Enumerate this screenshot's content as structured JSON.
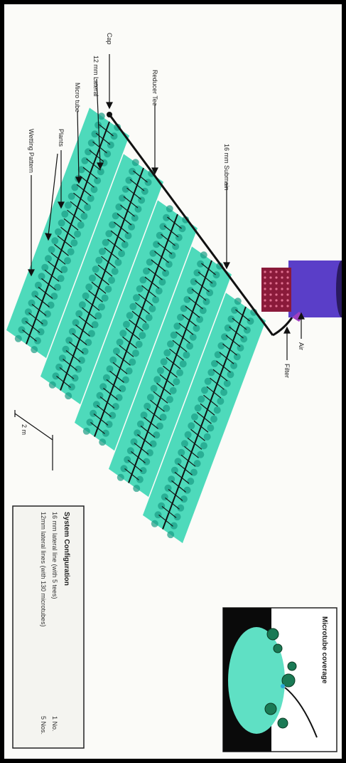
{
  "diagram": {
    "labels": {
      "cap": "Cap",
      "lateral_12mm": "12 mm Lateral",
      "micro_tube": "Micro tube",
      "plants": "Plants",
      "wetting_pattern": "Wetting Pattern",
      "reducer_tee": "Reducer Tee",
      "submain": "16 mm Submain",
      "filter": "Filter",
      "air": "Air",
      "spacing": "2 m"
    },
    "config": {
      "title": "System Configuration",
      "line1": "16 mm lateral line (with 5 tees)",
      "line1_qty": "1 No.",
      "line2": "12mm lateral lines (with 130 microtubes)",
      "line2_qty": "5 Nos."
    },
    "inset": {
      "title": "Microtube coverage"
    },
    "colors": {
      "bed": "#2fd3b0",
      "plant": "#1a9c84",
      "pipe": "#111111",
      "tank": "#5a3ec8",
      "filter": "#b0305a",
      "soil": "#0a0a0a",
      "wetting": "#5fe0c4"
    }
  }
}
